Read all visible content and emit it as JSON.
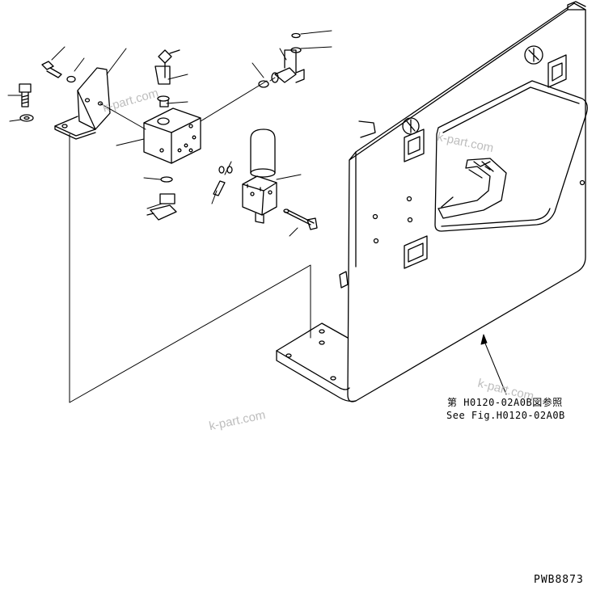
{
  "reference_note": {
    "jp": "第 H0120-02A0B図参照",
    "en": "See Fig.H0120-02A0B"
  },
  "watermark": "k-part.com",
  "drawing_code": "PWB8873",
  "colors": {
    "line": "#000000",
    "watermark": "#bdbdbd",
    "background": "#ffffff"
  }
}
